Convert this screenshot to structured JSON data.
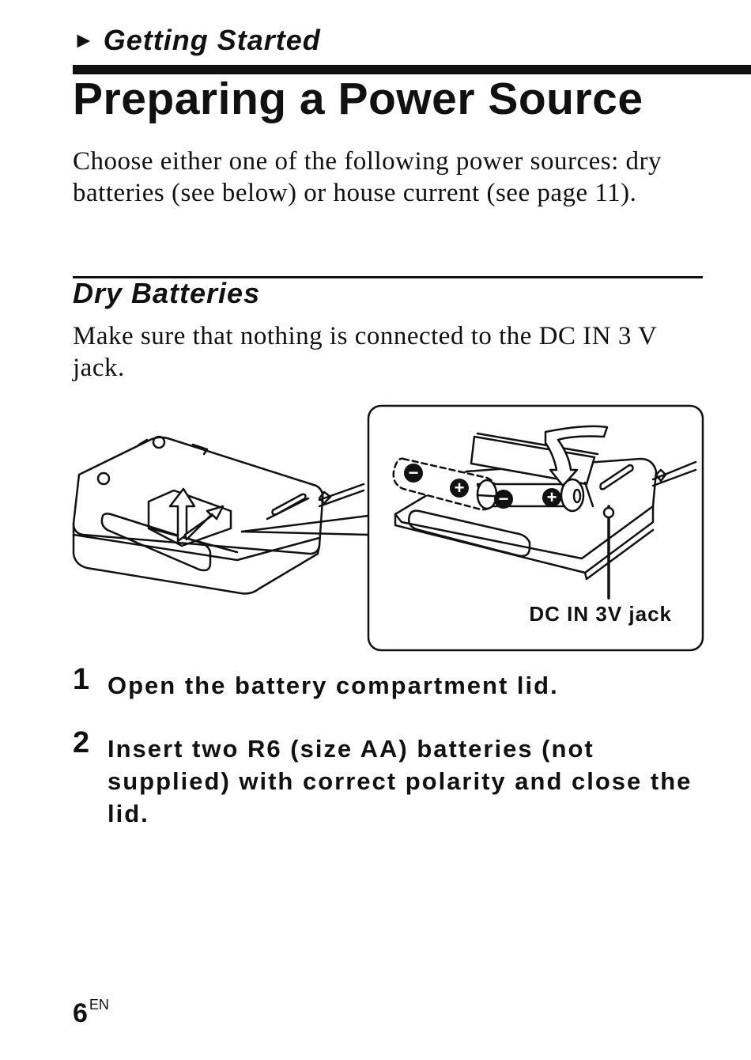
{
  "section": {
    "marker": "►",
    "label": "Getting Started"
  },
  "title": "Preparing a Power Source",
  "intro": "Choose either one of the following power sources: dry batteries (see below) or house current (see page 11).",
  "subsection": {
    "title": "Dry Batteries",
    "note": "Make sure that nothing is connected to the DC IN 3 V jack."
  },
  "figure": {
    "callout": "DC IN 3V jack",
    "polarity": {
      "minus": "−",
      "plus": "+"
    }
  },
  "steps": [
    {
      "number": "1",
      "text": "Open the battery compartment lid."
    },
    {
      "number": "2",
      "text": "Insert two R6 (size AA) batteries (not supplied) with correct polarity and close the lid."
    }
  ],
  "footer": {
    "page_number": "6",
    "language": "EN"
  }
}
